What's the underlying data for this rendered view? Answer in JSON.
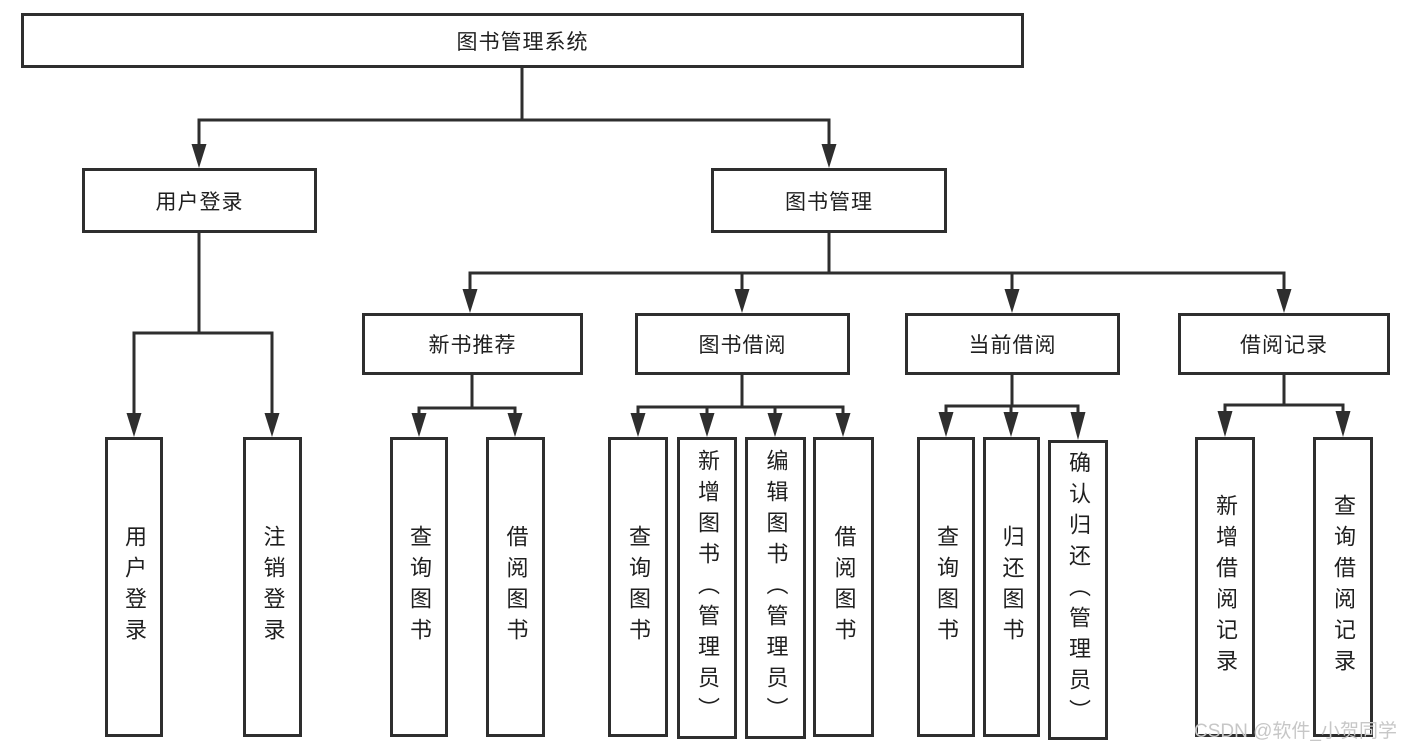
{
  "diagram": {
    "root": {
      "label": "图书管理系统"
    },
    "level2": [
      {
        "label": "用户登录"
      },
      {
        "label": "图书管理"
      }
    ],
    "level3": [
      {
        "label": "新书推荐"
      },
      {
        "label": "图书借阅"
      },
      {
        "label": "当前借阅"
      },
      {
        "label": "借阅记录"
      }
    ],
    "leaves": {
      "user_login": [
        "用户登录",
        "注销登录"
      ],
      "new_book": [
        "查询图书",
        "借阅图书"
      ],
      "book_borrow": [
        "查询图书",
        "新增图书（管理员）",
        "编辑图书（管理员）",
        "借阅图书"
      ],
      "current_borrow": [
        "查询图书",
        "归还图书",
        "确认归还（管理员）"
      ],
      "borrow_records": [
        "新增借阅记录",
        "查询借阅记录"
      ]
    }
  },
  "watermark": {
    "text": "CSDN @软件_小贺同学"
  },
  "colors": {
    "line": "#2e2e2e",
    "text": "#1f1f1f",
    "watermark": "#c7c7c7",
    "background": "#ffffff"
  }
}
